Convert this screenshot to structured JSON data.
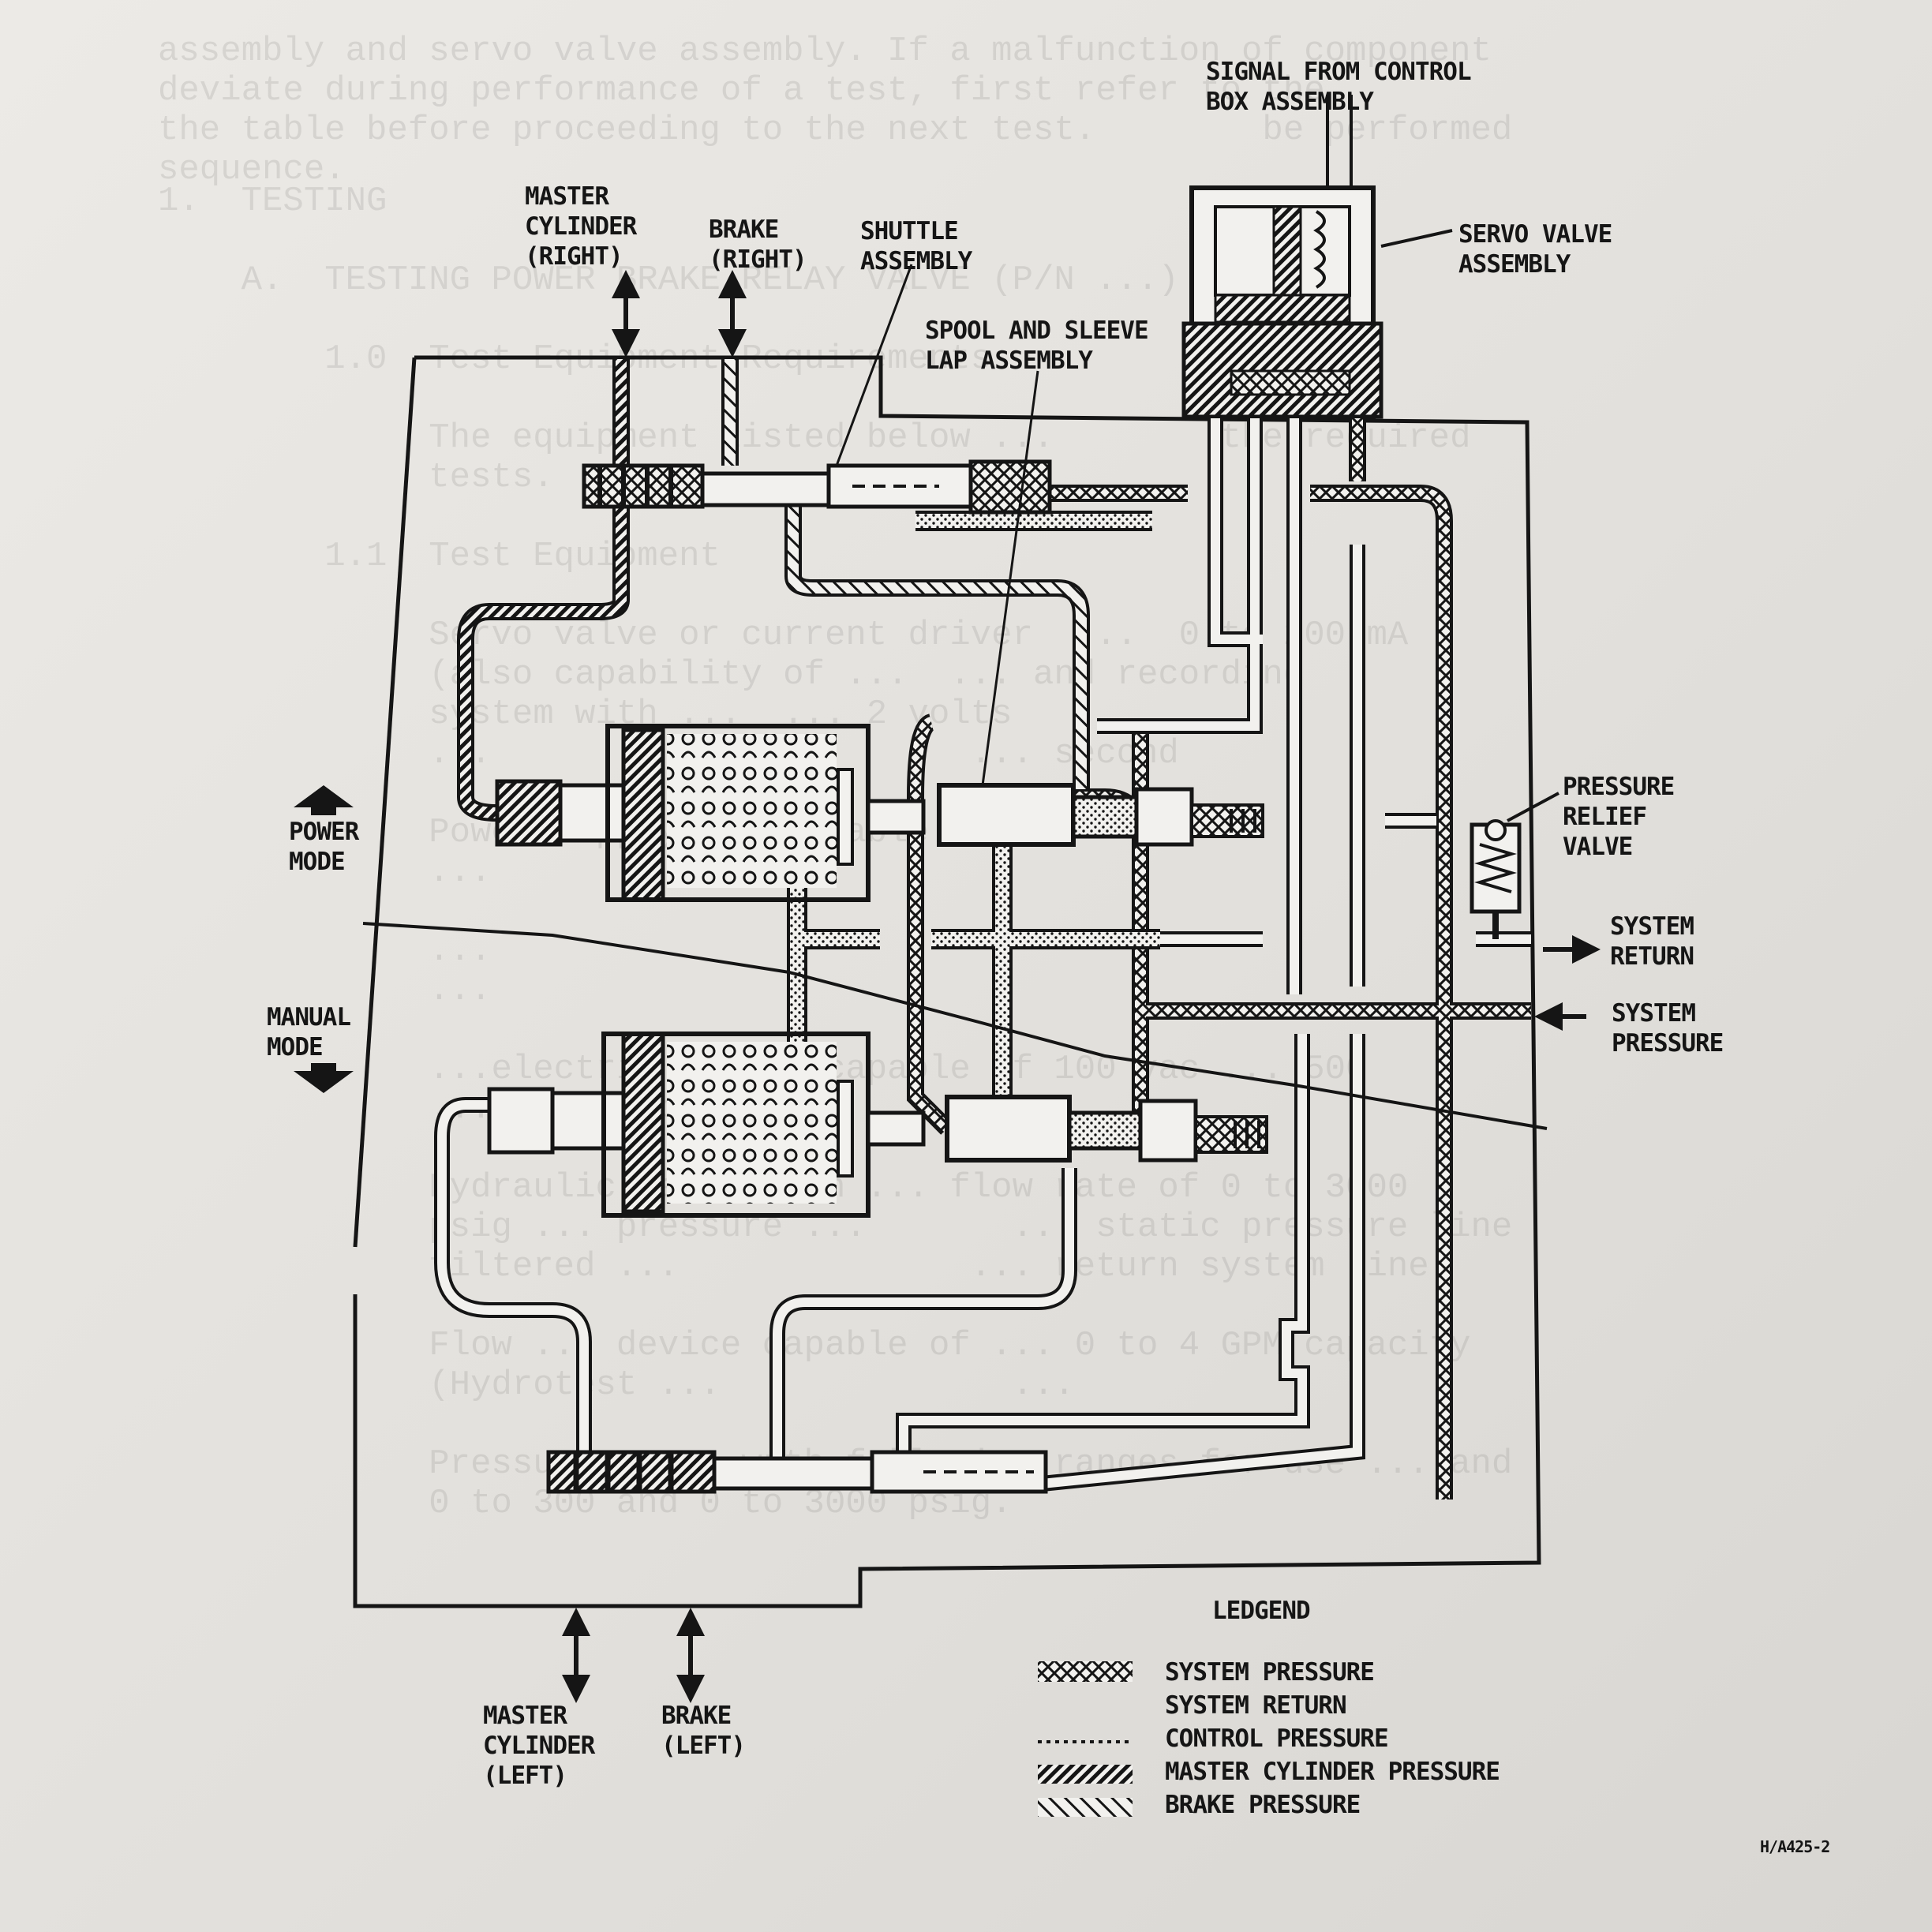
{
  "labels": {
    "signal": "SIGNAL FROM CONTROL\nBOX ASSEMBLY",
    "servo": "SERVO VALVE\nASSEMBLY",
    "master_right": "MASTER\nCYLINDER\n(RIGHT)",
    "brake_right": "BRAKE\n(RIGHT)",
    "shuttle": "SHUTTLE\nASSEMBLY",
    "spool": "SPOOL AND SLEEVE\nLAP ASSEMBLY",
    "power_mode": "POWER\nMODE",
    "manual_mode": "MANUAL\nMODE",
    "relief": "PRESSURE\nRELIEF\nVALVE",
    "sys_return": "SYSTEM\nRETURN",
    "sys_pressure": "SYSTEM\nPRESSURE",
    "master_left": "MASTER\nCYLINDER\n(LEFT)",
    "brake_left": "BRAKE\n(LEFT)",
    "figure_id": "H/A425-2"
  },
  "legend": {
    "title": "LEDGEND",
    "items": [
      {
        "pattern": "system-pressure",
        "label": "SYSTEM PRESSURE"
      },
      {
        "pattern": "system-return",
        "label": "SYSTEM RETURN"
      },
      {
        "pattern": "control-pressure",
        "label": "CONTROL PRESSURE"
      },
      {
        "pattern": "master-cylinder-pressure",
        "label": "MASTER CYLINDER PRESSURE"
      },
      {
        "pattern": "brake-pressure",
        "label": "BRAKE PRESSURE"
      }
    ]
  },
  "colors": {
    "ink": "#151515",
    "paper": "#e4e2de",
    "fill": "#f2f1ee"
  }
}
